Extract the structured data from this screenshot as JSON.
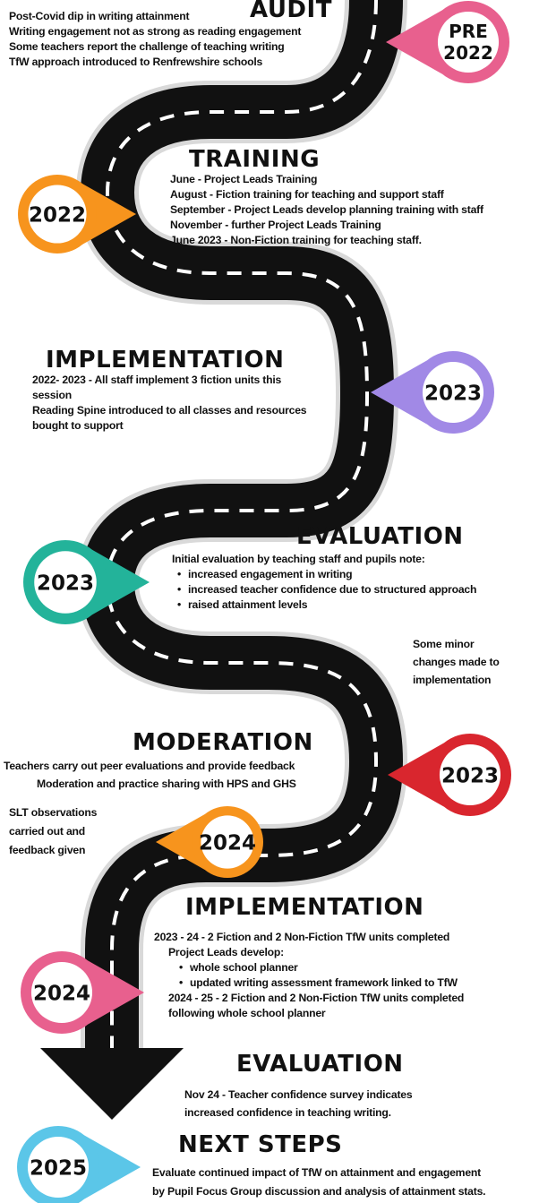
{
  "colors": {
    "road": "#111111",
    "road_edge": "#d9d9d9",
    "dash": "#ffffff",
    "pin_pink": "#e8608e",
    "pin_orange": "#f7941d",
    "pin_purple": "#a189e6",
    "pin_teal": "#23b39a",
    "pin_red": "#d9262e",
    "pin_blue": "#5bc6e8"
  },
  "pins": [
    {
      "label_lines": [
        "PRE",
        "2022"
      ],
      "color": "pin_pink"
    },
    {
      "label_lines": [
        "2022"
      ],
      "color": "pin_orange"
    },
    {
      "label_lines": [
        "2023"
      ],
      "color": "pin_purple"
    },
    {
      "label_lines": [
        "2023"
      ],
      "color": "pin_teal"
    },
    {
      "label_lines": [
        "2023"
      ],
      "color": "pin_red"
    },
    {
      "label_lines": [
        "2024"
      ],
      "color": "pin_orange"
    },
    {
      "label_lines": [
        "2024"
      ],
      "color": "pin_pink"
    },
    {
      "label_lines": [
        "2025"
      ],
      "color": "pin_blue"
    }
  ],
  "audit": {
    "title": "AUDIT",
    "lines": [
      "Post-Covid dip in writing attainment",
      "Writing engagement not as strong as reading engagement",
      "Some teachers report the challenge of teaching writing",
      "TfW approach introduced  to Renfrewshire schools"
    ]
  },
  "training": {
    "title": "TRAINING",
    "lines": [
      "June  - Project Leads Training",
      "August - Fiction training for teaching and support staff",
      "September - Project Leads develop planning training with staff",
      "November - further Project Leads Training",
      "June 2023 - Non-Fiction training for teaching staff."
    ]
  },
  "implementation1": {
    "title": "IMPLEMENTATION",
    "lines": [
      "2022- 2023  - All staff implement 3 fiction units this",
      "session",
      "Reading Spine introduced to all classes and resources",
      "bought to support"
    ]
  },
  "evaluation1": {
    "title": "EVALUATION",
    "intro": "Initial evaluation by teaching staff and pupils note:",
    "bullets": [
      "increased engagement in writing",
      "increased teacher confidence due to structured approach",
      "raised attainment levels"
    ],
    "side_note": [
      "Some minor",
      "changes made to",
      "implementation"
    ]
  },
  "moderation": {
    "title": "MODERATION",
    "lines": [
      "Teachers carry out peer evaluations and provide feedback",
      "Moderation and practice sharing with HPS and GHS"
    ],
    "slt_note": [
      "SLT observations",
      "carried out and",
      "feedback given"
    ]
  },
  "implementation2": {
    "title": "IMPLEMENTATION",
    "line1": "2023 - 24 - 2 Fiction and 2 Non-Fiction TfW units completed",
    "line2": "Project Leads develop:",
    "bullets": [
      "whole school planner",
      "updated writing assessment framework linked to TfW"
    ],
    "line3": "2024 - 25 - 2 Fiction and 2 Non-Fiction TfW units completed",
    "line4": "following whole school planner"
  },
  "evaluation2": {
    "title": "EVALUATION",
    "lines": [
      "Nov 24 - Teacher confidence survey  indicates",
      "increased confidence in teaching writing."
    ]
  },
  "next_steps": {
    "title": "NEXT STEPS",
    "lines": [
      "Evaluate continued impact of TfW on attainment and engagement",
      "by Pupil Focus Group discussion and analysis of attainment stats."
    ]
  }
}
